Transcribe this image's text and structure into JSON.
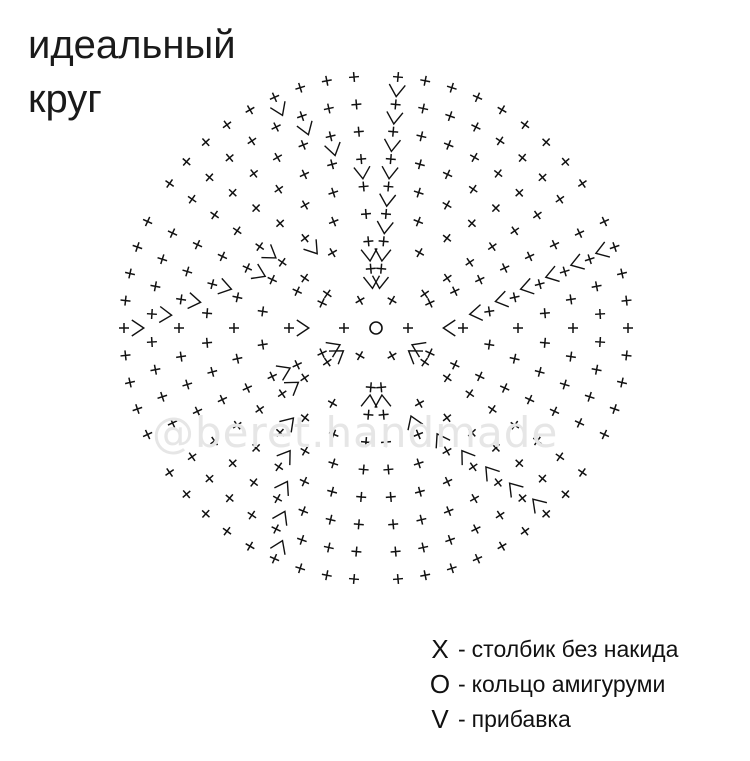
{
  "title": {
    "line1": "идеальный",
    "line2": "круг"
  },
  "watermark": "@beret.handmade",
  "legend": [
    {
      "symbol": "X",
      "sep": "-",
      "label": "столбик без накида"
    },
    {
      "symbol": "O",
      "sep": "-",
      "label": "кольцо амигуруми"
    },
    {
      "symbol": "V",
      "sep": "-",
      "label": "прибавка"
    }
  ],
  "diagram": {
    "center_symbol": "O",
    "sectors": 6,
    "rows": 9,
    "stitch_symbol": "+",
    "increase_symbol": "V",
    "ink_color": "#111111"
  }
}
